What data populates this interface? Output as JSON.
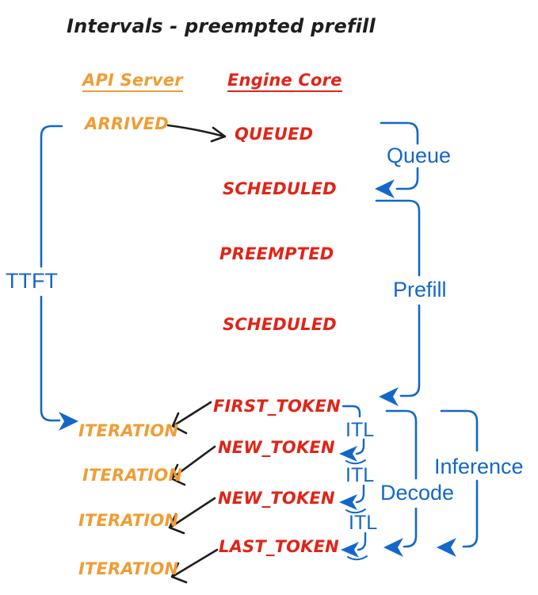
{
  "title": "Intervals - preempted prefill",
  "colors": {
    "api_server": "#ef9d34",
    "engine_core": "#e02418",
    "interval_blue": "#1467c8",
    "ink_black": "#1e1e1e",
    "background": "#ffffff"
  },
  "columns": {
    "api_server_label": "API Server",
    "engine_core_label": "Engine Core"
  },
  "api_server_events": {
    "arrived": "ARRIVED",
    "iteration_1": "ITERATION",
    "iteration_2": "ITERATION",
    "iteration_3": "ITERATION",
    "iteration_4": "ITERATION"
  },
  "engine_core_events": {
    "queued": "QUEUED",
    "scheduled_1": "SCHEDULED",
    "preempted": "PREEMPTED",
    "scheduled_2": "SCHEDULED",
    "first_token": "FIRST_TOKEN",
    "new_token_1": "NEW_TOKEN",
    "new_token_2": "NEW_TOKEN",
    "last_token": "LAST_TOKEN"
  },
  "interval_labels": {
    "ttft": "TTFT",
    "queue": "Queue",
    "prefill": "Prefill",
    "itl_1": "ITL",
    "itl_2": "ITL",
    "itl_3": "ITL",
    "decode": "Decode",
    "inference": "Inference"
  }
}
